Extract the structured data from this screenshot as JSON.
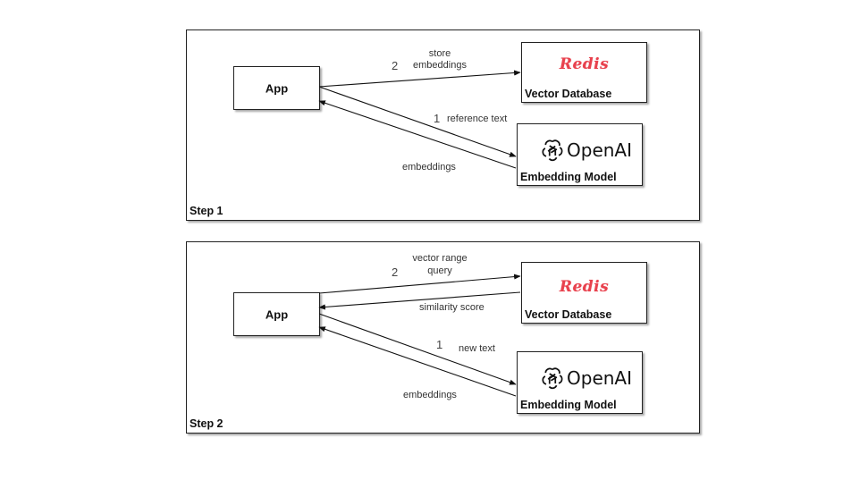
{
  "step1": {
    "step_label": "Step 1",
    "app_label": "App",
    "vector_db": {
      "logo_text": "Redis",
      "caption": "Vector Database"
    },
    "embedding_model": {
      "logo_text": "OpenAI",
      "caption": "Embedding Model"
    },
    "edges": {
      "store_number": "2",
      "store_line1": "store",
      "store_line2": "embeddings",
      "reference_number": "1",
      "reference_text": "reference text",
      "embeddings_text": "embeddings"
    }
  },
  "step2": {
    "step_label": "Step 2",
    "app_label": "App",
    "vector_db": {
      "logo_text": "Redis",
      "caption": "Vector Database"
    },
    "embedding_model": {
      "logo_text": "OpenAI",
      "caption": "Embedding Model"
    },
    "edges": {
      "query_number": "2",
      "query_line1": "vector range",
      "query_line2": "query",
      "similarity_text": "similarity score",
      "new_text_number": "1",
      "new_text": "new text",
      "embeddings_text": "embeddings"
    }
  },
  "colors": {
    "redis": "#e8414d",
    "border": "#222222"
  }
}
